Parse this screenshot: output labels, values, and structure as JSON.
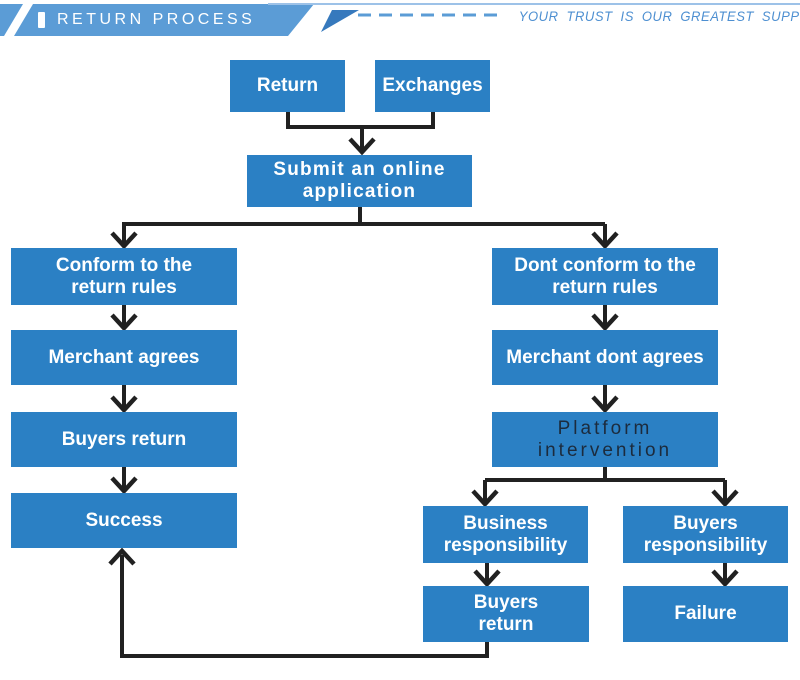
{
  "header": {
    "title": "RETURN PROCESS",
    "tagline": "YOUR TRUST IS OUR GREATEST SUPPORT"
  },
  "colors": {
    "box-blue": "#2b80c4",
    "banner-blue": "#5b9cd6",
    "fold-blue": "#3679bd",
    "rule-blue": "#9dc2e8",
    "accent-blue": "#4d8fd1",
    "line-dark": "#212121",
    "platform-text": "#1c2b3d"
  },
  "flowchart": {
    "nodes": [
      {
        "id": "return",
        "label": "Return"
      },
      {
        "id": "exchanges",
        "label": "Exchanges"
      },
      {
        "id": "submit-application",
        "label": "Submit an online\napplication"
      },
      {
        "id": "conform-rules",
        "label": "Conform to the\nreturn rules"
      },
      {
        "id": "dont-conform-rules",
        "label": "Dont conform to the\nreturn rules"
      },
      {
        "id": "merchant-agrees",
        "label": "Merchant agrees"
      },
      {
        "id": "merchant-dont-agrees",
        "label": "Merchant dont agrees"
      },
      {
        "id": "buyers-return",
        "label": "Buyers return"
      },
      {
        "id": "platform-intervention",
        "label": "Platform\nintervention"
      },
      {
        "id": "success",
        "label": "Success"
      },
      {
        "id": "business-responsibility",
        "label": "Business\nresponsibility"
      },
      {
        "id": "buyers-responsibility",
        "label": "Buyers\nresponsibility"
      },
      {
        "id": "buyers-return-2",
        "label": "Buyers\nreturn"
      },
      {
        "id": "failure",
        "label": "Failure"
      }
    ]
  }
}
